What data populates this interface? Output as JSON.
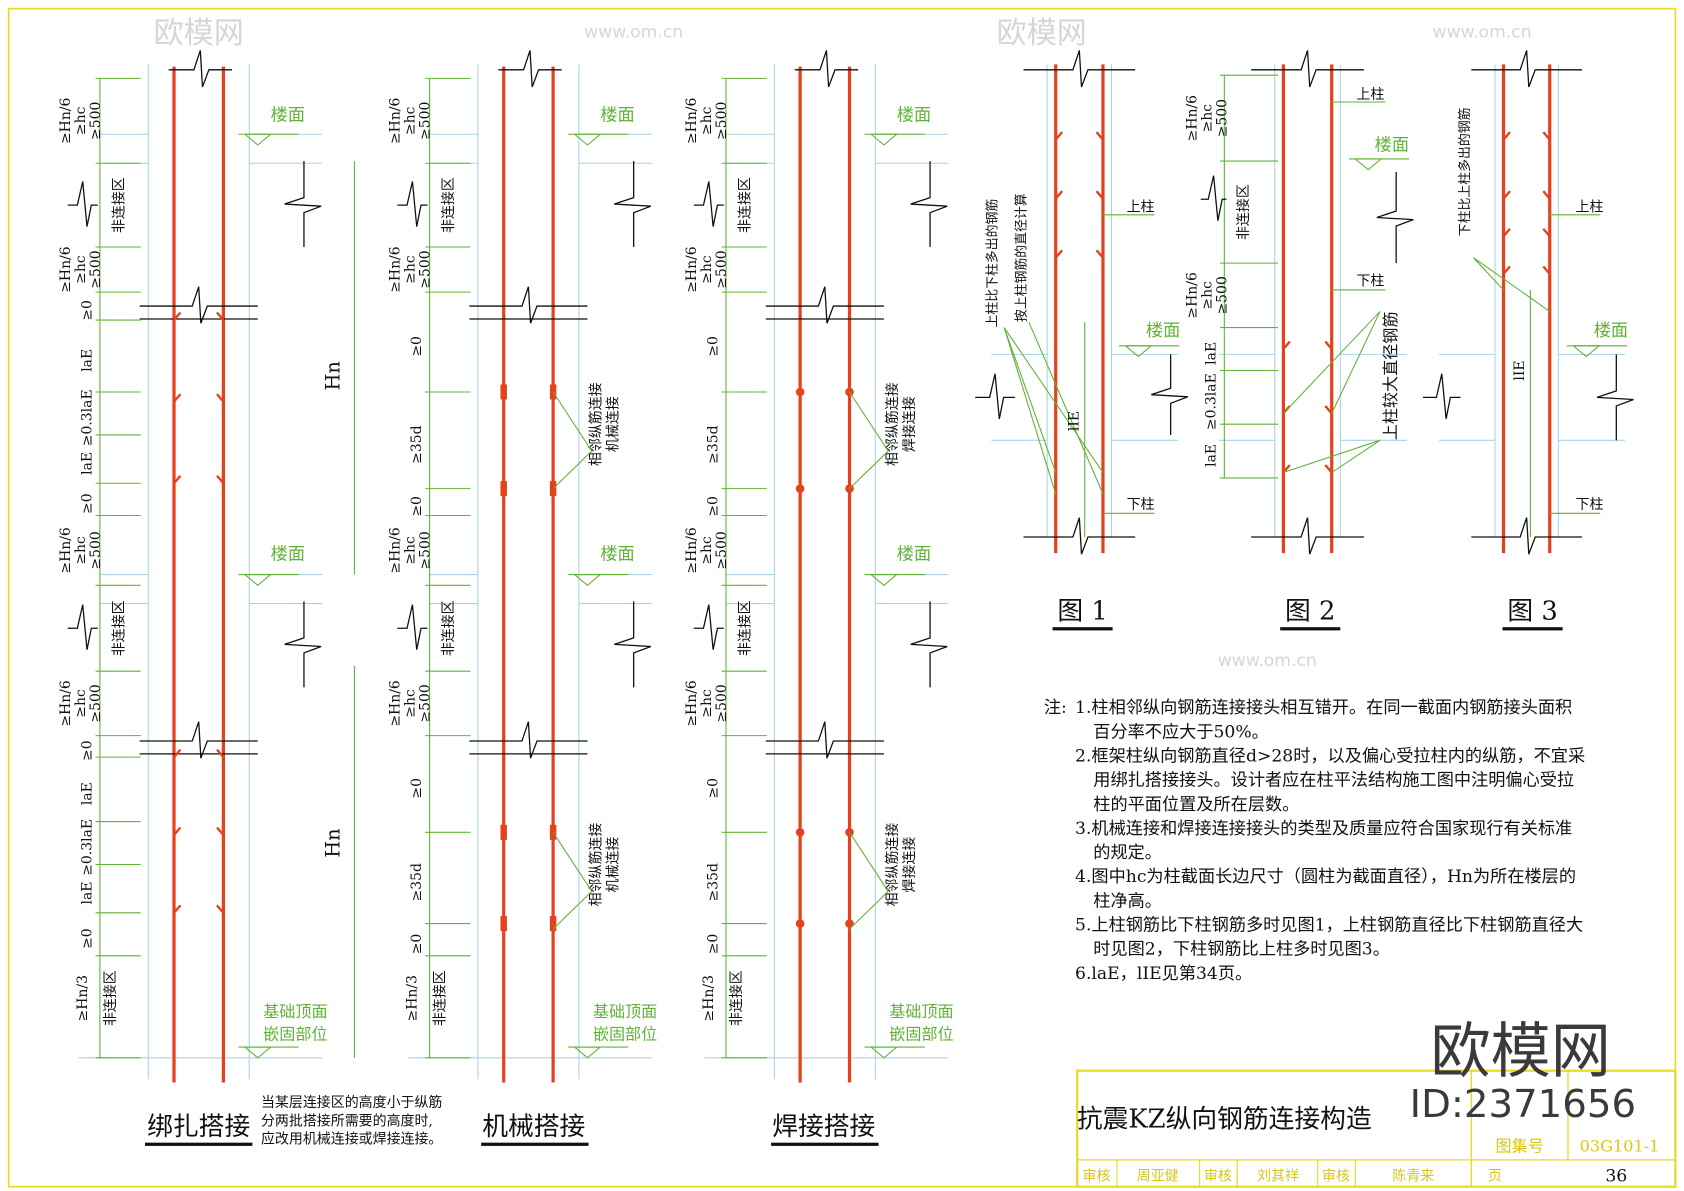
{
  "colors": {
    "rebar": "#e4421e",
    "dimension": "#5fb335",
    "outline": "#a9d3e6",
    "frame": "#e8d820",
    "ink": "#111111"
  },
  "labels": {
    "floor": "楼面",
    "non_connection_zone": "非连接区",
    "hn": "Hn",
    "foundation": [
      "基础顶面",
      "嵌固部位"
    ],
    "dim_top": [
      "≥Hn/6",
      "≥hc",
      "≥500"
    ],
    "ge0": "≥0",
    "lae": "laE",
    "lae03": "≥0.3laE",
    "d35": "≥35d",
    "hn3": "≥Hn/3",
    "lie": "lIE",
    "upper_column": "上柱",
    "lower_column": "下柱"
  },
  "panels": [
    {
      "title": "绑扎搭接",
      "joint": "lap",
      "note": [
        "当某层连接区的高度小于纵筋",
        "分两批搭接所需要的高度时,",
        "应改用机械连接或焊接连接。"
      ]
    },
    {
      "title": "机械搭接",
      "joint": "mechanical",
      "joint_label": [
        "相邻纵筋连接",
        "机械连接"
      ]
    },
    {
      "title": "焊接搭接",
      "joint": "welded",
      "joint_label": [
        "相邻纵筋连接",
        "焊接连接"
      ]
    }
  ],
  "figures": [
    {
      "caption": "图 1",
      "annotations": [
        "上柱比下柱多出的钢筋",
        "按上柱钢筋的直径计算"
      ]
    },
    {
      "caption": "图 2",
      "annotations": [
        "上柱较大直径钢筋"
      ]
    },
    {
      "caption": "图 3",
      "annotations": [
        "下柱比上柱多出的钢筋"
      ]
    }
  ],
  "notes": {
    "prefix": "注:",
    "items": [
      [
        "1.柱相邻纵向钢筋连接接头相互错开。在同一截面内钢筋接头面积",
        "百分率不应大于50%。"
      ],
      [
        "2.框架柱纵向钢筋直径d>28时，以及偏心受拉柱内的纵筋，不宜采",
        "用绑扎搭接接头。设计者应在柱平法结构施工图中注明偏心受拉",
        "柱的平面位置及所在层数。"
      ],
      [
        "3.机械连接和焊接连接接头的类型及质量应符合国家现行有关标准",
        "的规定。"
      ],
      [
        "4.图中hc为柱截面长边尺寸（圆柱为截面直径），Hn为所在楼层的",
        "柱净高。"
      ],
      [
        "5.上柱钢筋比下柱钢筋多时见图1，上柱钢筋直径比下柱钢筋直径大",
        "时见图2，下柱钢筋比上柱多时见图3。"
      ],
      [
        "6.laE，lIE见第34页。"
      ]
    ]
  },
  "title_block": {
    "title": "抗震KZ纵向钢筋连接构造",
    "atlas_label": "图集号",
    "atlas_no": "03G101-1",
    "signers": [
      "审核",
      "周亚健",
      "审核",
      "刘其祥",
      "审核",
      "陈青来"
    ],
    "page_label": "页",
    "page": "36"
  },
  "watermark": {
    "logo": "欧模网",
    "id": "ID:2371656",
    "url": "www.om.cn"
  }
}
